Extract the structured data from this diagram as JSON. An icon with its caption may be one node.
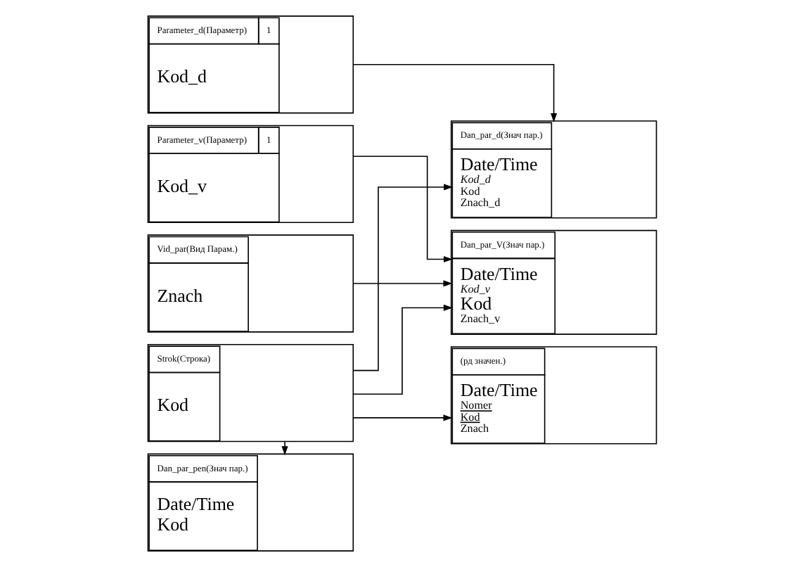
{
  "diagram": {
    "nodes": [
      {
        "text": [
          "Parameter_d(Параметр)",
          "1",
          "Kod_d"
        ]
      },
      {
        "text": [
          "Parameter_v(Параметр)",
          "1",
          "Kod_v"
        ]
      },
      {
        "text": [
          "Vid_par(Вид Парам.)",
          "Znach"
        ]
      },
      {
        "text": [
          "Strok(Строка)",
          "Kod"
        ]
      },
      {
        "text": [
          "Dan_par_pen(Знач пар.)",
          "Date/Time",
          "Kod"
        ]
      },
      {
        "text": [
          "Dan_par_d(Знач пар.)",
          "Date/Time",
          "Kod_d",
          "Kod",
          "Znach_d"
        ]
      },
      {
        "text": [
          "Dan_par_V(Знач пар.)",
          "Date/Time",
          "Kod_v",
          "Kod",
          "Znach_v"
        ]
      },
      {
        "text": [
          "(рд значен.)",
          "Date/Time",
          "Nomer",
          "Kod",
          "Znach"
        ]
      }
    ],
    "edges": [
      {
        "from": 0,
        "to": 5,
        "arrow": "to"
      },
      {
        "from": 3,
        "to": 5,
        "arrow": "to"
      },
      {
        "from": 1,
        "to": 6,
        "arrow": "to"
      },
      {
        "from": 3,
        "to": 6,
        "arrow": "to"
      },
      {
        "from": 2,
        "to": 6,
        "arrow": "to"
      },
      {
        "from": 3,
        "to": 7,
        "arrow": "to"
      },
      {
        "from": 3,
        "to": 4,
        "arrow": "to"
      }
    ]
  }
}
